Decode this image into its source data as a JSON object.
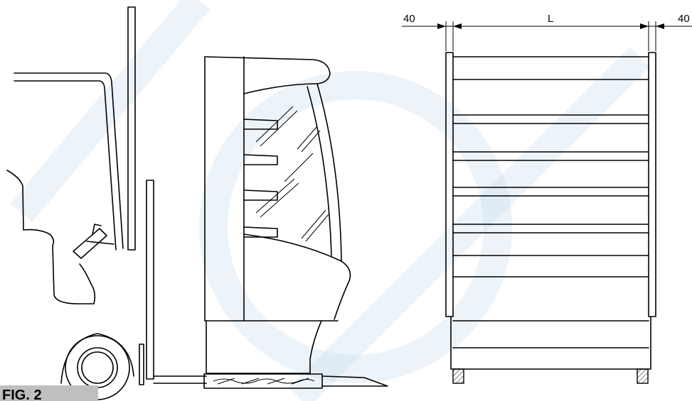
{
  "figure": {
    "label": "FIG. 2"
  },
  "dimensions": {
    "left_gap": "40",
    "length": "L",
    "right_gap": "40"
  },
  "colors": {
    "line": "#000000",
    "label_background": "#bfbfbf",
    "watermark": "#c9dcef"
  }
}
